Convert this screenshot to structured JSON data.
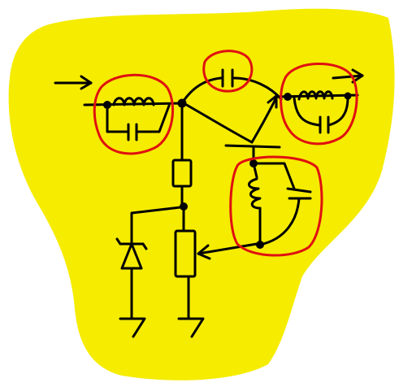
{
  "colors": {
    "background": "#ffffff",
    "blob": "#f5ec00",
    "ink": "#000000",
    "highlight": "#e01010"
  },
  "diagram": {
    "kind": "hand-drawn transistor amplifier schematic",
    "components": [
      "input-arrow",
      "output-arrow",
      "input-lc-tank",
      "coupling-capacitor",
      "output-lc-tank",
      "bias-resistor",
      "zener-diode",
      "potentiometer",
      "emitter-lc-tank",
      "transistor",
      "ground-symbols"
    ],
    "highlighted_components": [
      "input-lc-tank",
      "coupling-capacitor",
      "output-lc-tank",
      "emitter-lc-tank"
    ]
  }
}
